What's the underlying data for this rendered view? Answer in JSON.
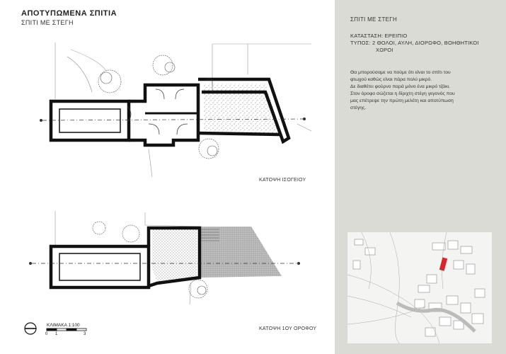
{
  "header": {
    "title": "ΑΠΟΤΥΠΩΜΕΝΑ ΣΠΙΤΙΑ",
    "subtitle": "ΣΠΙΤΙ ΜΕ ΣΤΕΓΗ"
  },
  "plans": {
    "ground_floor_label": "ΚΑΤΟΨΗ ΙΣΟΓΕΙΟΥ",
    "first_floor_label": "ΚΑΤΟΨΗ 1ΟΥ ΟΡΟΦΟΥ"
  },
  "scale": {
    "label": "ΚΛΙΜΑΚΑ 1:100",
    "ticks": [
      "0",
      "1",
      "3"
    ]
  },
  "info": {
    "heading": "ΣΠΙΤΙ ΜΕ ΣΤΕΓΗ",
    "status_line": "ΚΑΤΑΣΤΑΣΗ: ΕΡΕΙΠΙΟ",
    "type_line": "ΤΥΠΟΣ: 2 ΘΟΛΟΙ, ΑΥΛΗ, ΔΙΟΡΩΦΟ, ΒΟΗΘΗΤΙΚΟΙ",
    "type_line_2": "ΧΩΡΟΙ",
    "description": [
      "Θα μπορούσαμε να πούμε ότι είναι το σπίτι του",
      "φτωχού καθώς είναι πάρα πολύ μικρό.",
      "Δε διαθέτει φούρνο παρά μόνο ένα μικρό τζάκι.",
      "Στον όροφο σώζεται η δίριχτη  στέγη γεγονός που",
      "μας επέτρεψε την πρώτη μελέτη και αποτύπωση",
      "στέγης."
    ]
  },
  "colors": {
    "side_panel": "#dadbd5",
    "highlight": "#d9262b",
    "wall": "#111111"
  }
}
